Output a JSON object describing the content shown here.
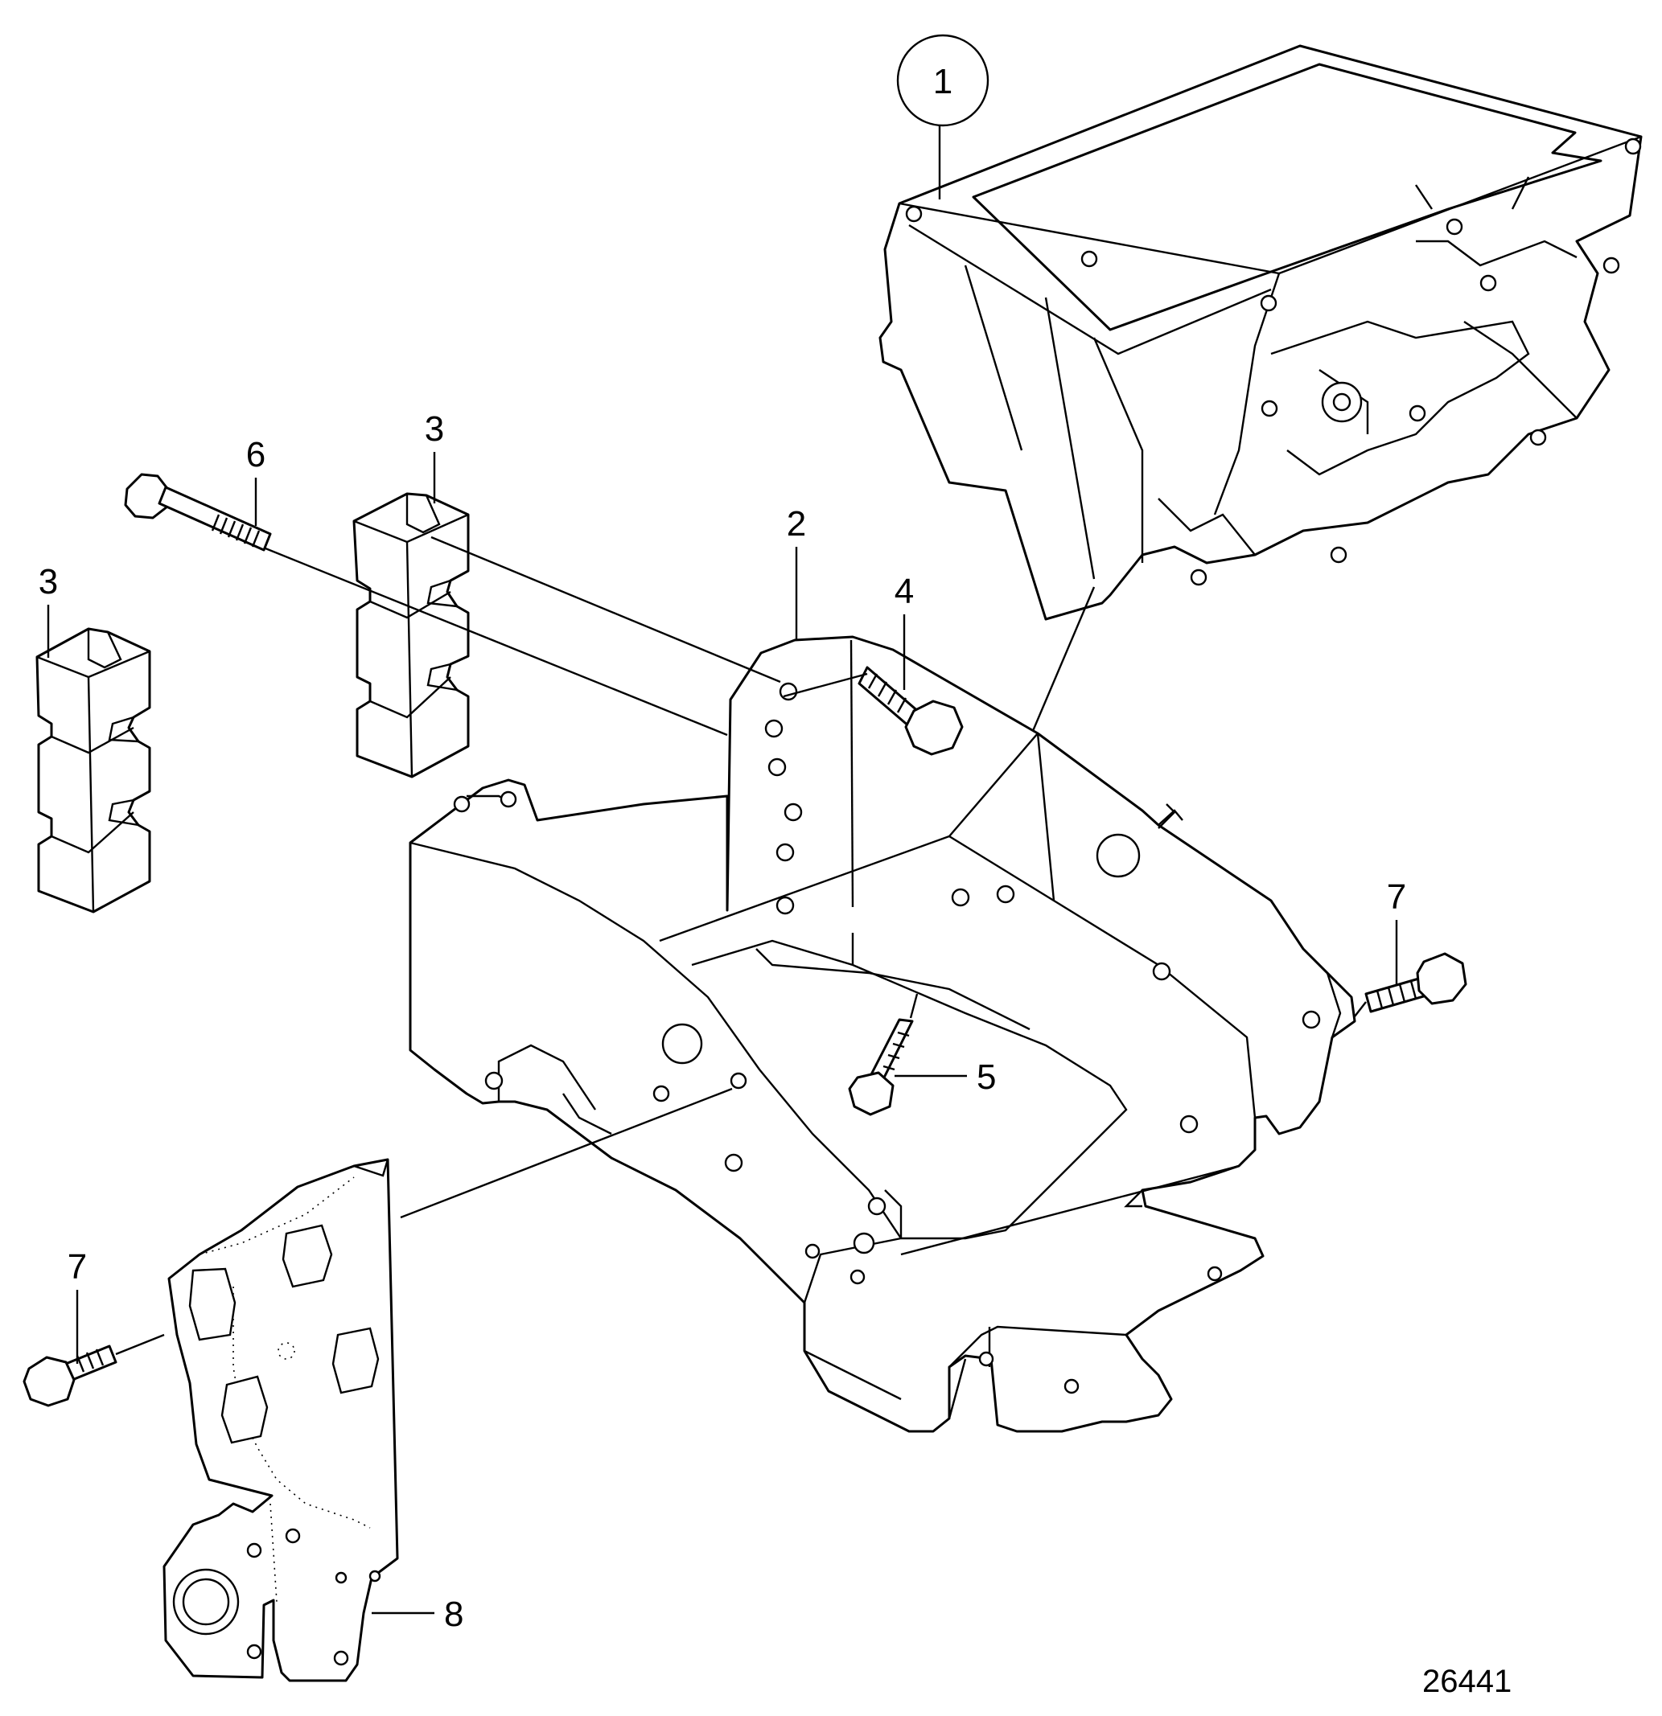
{
  "diagram": {
    "reference_number": "26441",
    "callouts": [
      {
        "id": "callout-1",
        "label": "1",
        "circled": true
      },
      {
        "id": "callout-2",
        "label": "2"
      },
      {
        "id": "callout-3-left",
        "label": "3"
      },
      {
        "id": "callout-3-center",
        "label": "3"
      },
      {
        "id": "callout-4",
        "label": "4"
      },
      {
        "id": "callout-5",
        "label": "5"
      },
      {
        "id": "callout-6",
        "label": "6"
      },
      {
        "id": "callout-7-right",
        "label": "7"
      },
      {
        "id": "callout-7-left",
        "label": "7"
      },
      {
        "id": "callout-8",
        "label": "8"
      }
    ]
  }
}
